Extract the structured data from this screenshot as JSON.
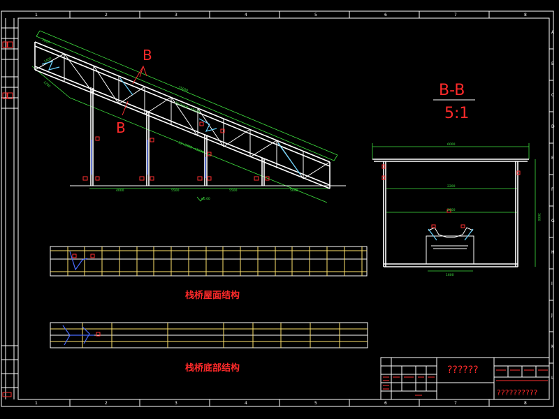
{
  "border": {
    "top_numbers": [
      "1",
      "2",
      "3",
      "4",
      "5",
      "6",
      "7",
      "8"
    ],
    "bottom_numbers": [
      "1",
      "2",
      "3",
      "4",
      "5",
      "6",
      "7",
      "8"
    ],
    "right_letters": [
      "A",
      "B",
      "C",
      "D",
      "E",
      "F",
      "G",
      "H",
      "I",
      "J",
      "K",
      "L"
    ]
  },
  "side_view": {
    "section_mark_top": "B",
    "section_mark_bottom": "B",
    "dims_top": [
      "2000",
      "35000",
      "2%/5000~45030"
    ],
    "dims_bottom": [
      "12+2000~45030"
    ],
    "ground_dims": [
      "4000",
      "5500",
      "5500",
      "5040"
    ],
    "bay_left": "1200",
    "bay_height": "1400",
    "elevation_mark": "±0.00"
  },
  "section_view": {
    "title": "B-B",
    "scale": "5:1",
    "dim_top": "6000",
    "dim_mid1": "2200",
    "dim_mid2": "2000",
    "dim_side": "3000",
    "dim_bottom": "1600"
  },
  "plans": {
    "roof_caption": "栈桥屋面结构",
    "floor_caption": "栈桥底部结构"
  },
  "title_block": {
    "drawing_name": "??????",
    "company": "??????????"
  },
  "colors": {
    "background": "#000000",
    "linework": "#ffffff",
    "dimensions": "#3fe03f",
    "annotations": "#ff2a2a",
    "plan_grid": "#ffe36b",
    "bracing": "#6ad4ff"
  }
}
